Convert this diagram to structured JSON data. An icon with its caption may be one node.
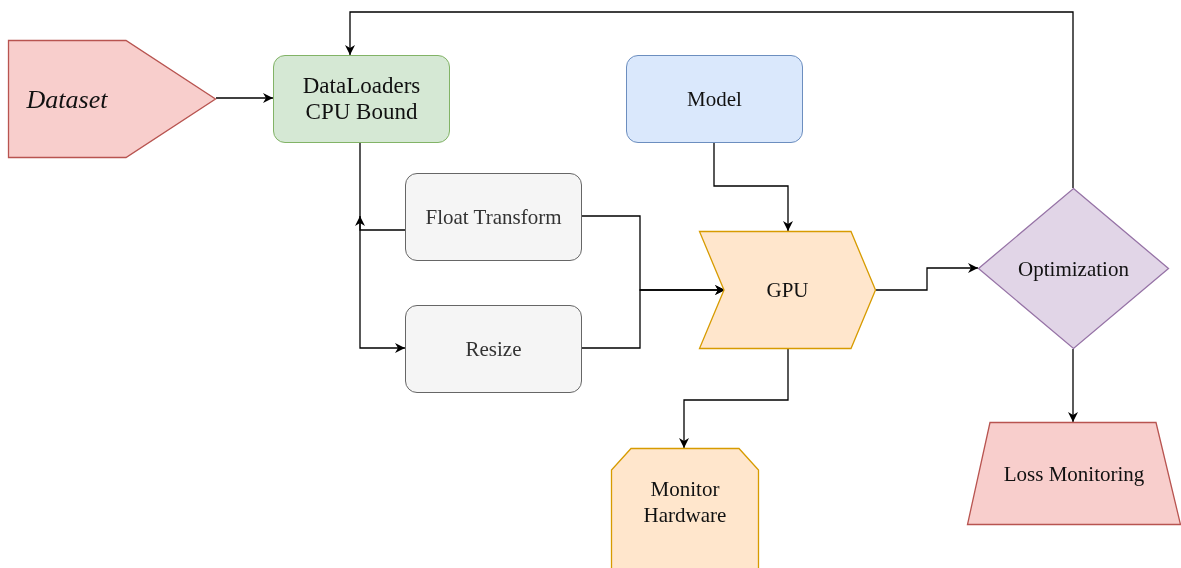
{
  "diagram": {
    "nodes": [
      {
        "text": [
          "Dataset"
        ]
      },
      {
        "text": [
          "DataLoaders CPU Bound"
        ]
      },
      {
        "text": [
          "Model"
        ]
      },
      {
        "text": [
          "Float Transform"
        ]
      },
      {
        "text": [
          "Resize"
        ]
      },
      {
        "text": [
          "GPU"
        ]
      },
      {
        "text": [
          "Optimization"
        ]
      },
      {
        "text": [
          "Monitor Hardware"
        ]
      },
      {
        "text": [
          "Loss Monitoring"
        ]
      }
    ],
    "edges": [
      {
        "from": 0,
        "to": 1,
        "arrow": "to"
      },
      {
        "from": 1,
        "to": 4,
        "arrow": "to"
      },
      {
        "from": 3,
        "to": null,
        "arrow": "to"
      },
      {
        "from": 3,
        "to": 5,
        "arrow": "to"
      },
      {
        "from": 4,
        "to": 5,
        "arrow": "to"
      },
      {
        "from": 2,
        "to": 5,
        "arrow": "to"
      },
      {
        "from": 5,
        "to": 7,
        "arrow": "to"
      },
      {
        "from": 5,
        "to": 6,
        "arrow": "to"
      },
      {
        "from": 6,
        "to": 8,
        "arrow": "to"
      },
      {
        "from": 6,
        "to": 1,
        "arrow": "to"
      }
    ]
  }
}
